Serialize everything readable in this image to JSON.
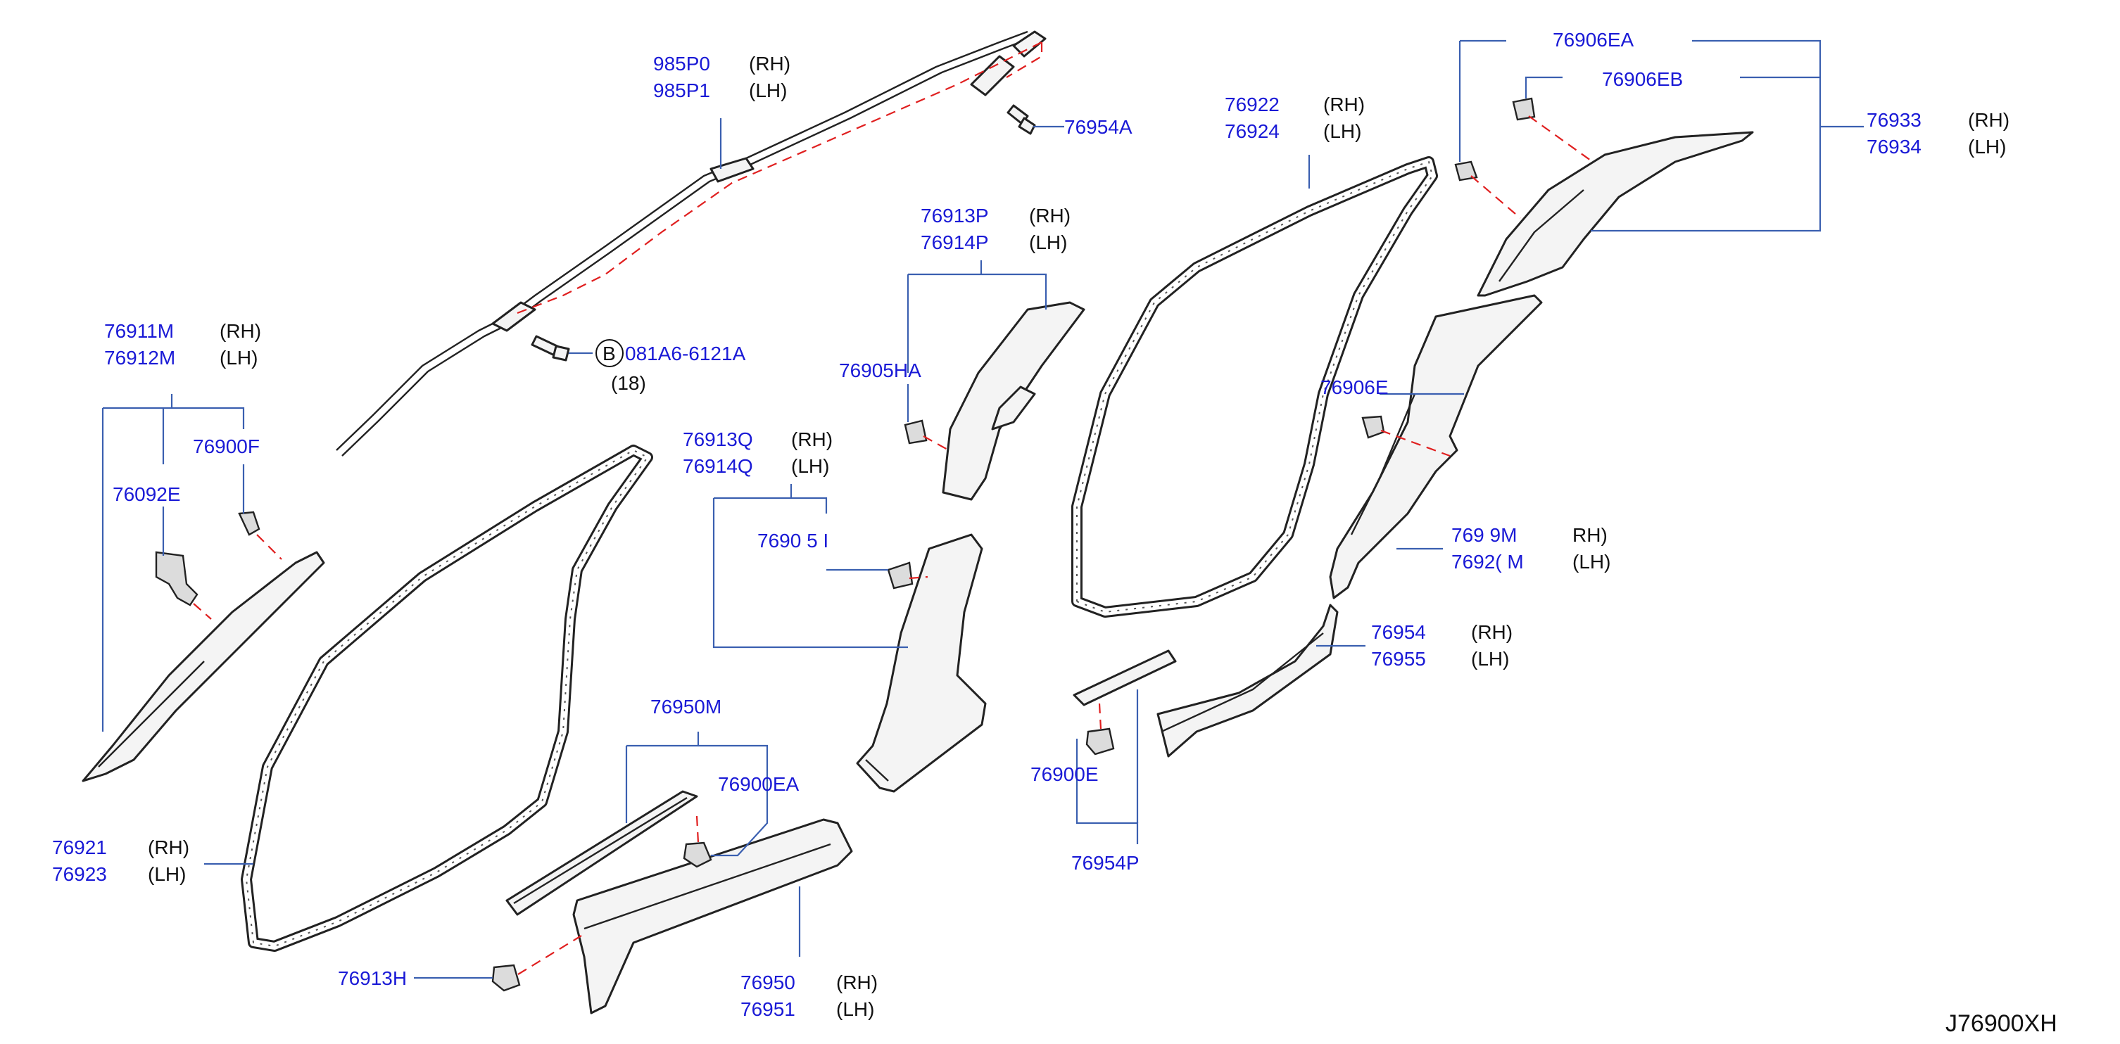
{
  "diagram_id": "J76900XH",
  "side_labels": {
    "rh": "(RH)",
    "lh": "(LH)"
  },
  "parts": {
    "p985P0": "985P0",
    "p985P1": "985P1",
    "p76954A": "76954A",
    "p081A6": "081A6-6121A",
    "p081A6_badge": "B",
    "p081A6_qty": "(18)",
    "p76911M": "76911M",
    "p76912M": "76912M",
    "p76900F": "76900F",
    "p76092E": "76092E",
    "p76921": "76921",
    "p76923": "76923",
    "p76913H": "76913H",
    "p76913Q": "76913Q",
    "p76914Q": "76914Q",
    "p76905_partial": "7690 5 I",
    "p76913P": "76913P",
    "p76914P": "76914P",
    "p76905HA": "76905HA",
    "p76950M": "76950M",
    "p76900EA": "76900EA",
    "p76950": "76950",
    "p76951": "76951",
    "p76922": "76922",
    "p76924": "76924",
    "p76906EA": "76906EA",
    "p76906EB": "76906EB",
    "p76933": "76933",
    "p76934": "76934",
    "p76906E": "76906E",
    "p76919_partial": "769 9M",
    "p76920_partial": "7692( M",
    "p76919_side_partial": "RH)",
    "p76920_side_partial": "(LH)",
    "p76954": "76954",
    "p76955": "76955",
    "p76900E": "76900E",
    "p76954P": "76954P"
  }
}
